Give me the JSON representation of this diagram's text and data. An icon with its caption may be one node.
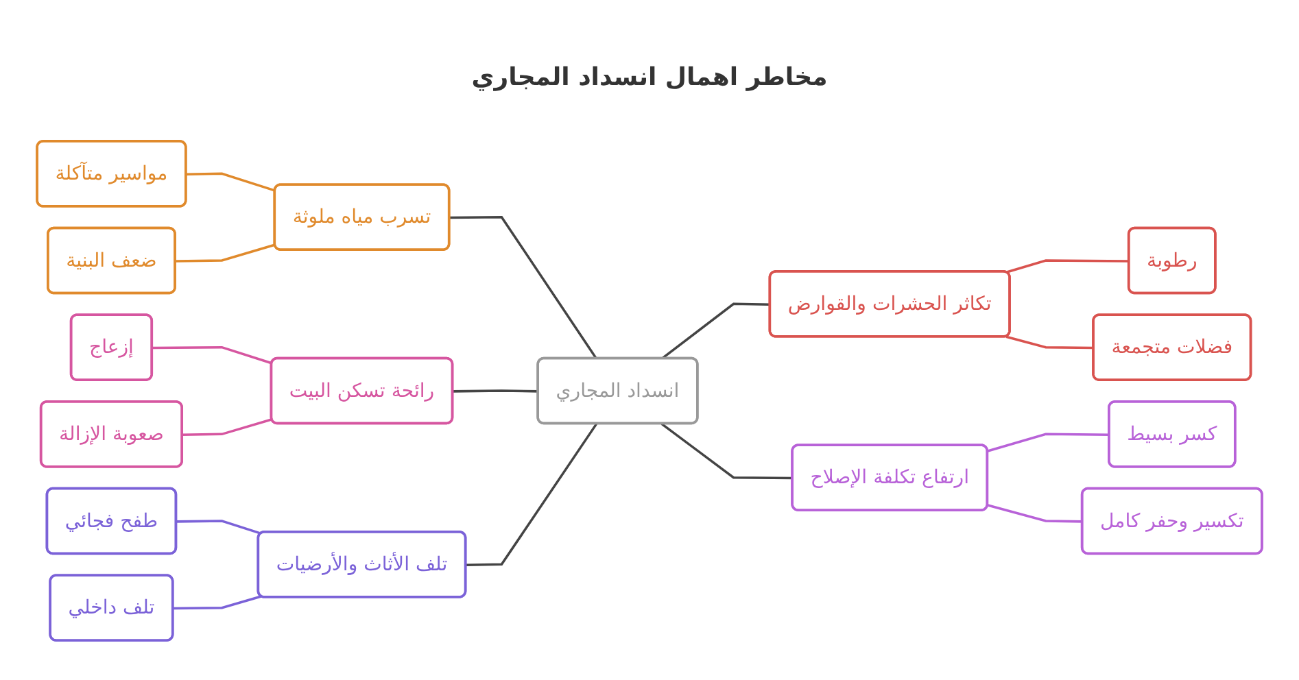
{
  "diagram": {
    "title": "مخاطر اهمال انسداد المجاري",
    "nodes": [
      {
        "text": [
          "انسداد المجاري"
        ]
      },
      {
        "text": [
          "تسرب مياه ملوثة"
        ]
      },
      {
        "text": [
          "مواسير متآكلة"
        ]
      },
      {
        "text": [
          "ضعف البنية"
        ]
      },
      {
        "text": [
          "رائحة تسكن البيت"
        ]
      },
      {
        "text": [
          "إزعاج"
        ]
      },
      {
        "text": [
          "صعوبة الإزالة"
        ]
      },
      {
        "text": [
          "تلف الأثاث والأرضيات"
        ]
      },
      {
        "text": [
          "طفح فجائي"
        ]
      },
      {
        "text": [
          "تلف داخلي"
        ]
      },
      {
        "text": [
          "تكاثر الحشرات والقوارض"
        ]
      },
      {
        "text": [
          "رطوبة"
        ]
      },
      {
        "text": [
          "فضلات متجمعة"
        ]
      },
      {
        "text": [
          "ارتفاع تكلفة الإصلاح"
        ]
      },
      {
        "text": [
          "كسر بسيط"
        ]
      },
      {
        "text": [
          "تكسير وحفر كامل"
        ]
      }
    ],
    "edges": [
      {
        "from": 1,
        "to": 0,
        "arrow": "none"
      },
      {
        "from": 2,
        "to": 1,
        "arrow": "none",
        "color": "#e08a2c"
      },
      {
        "from": 3,
        "to": 1,
        "arrow": "none",
        "color": "#e08a2c"
      },
      {
        "from": 4,
        "to": 0,
        "arrow": "none"
      },
      {
        "from": 5,
        "to": 4,
        "arrow": "none",
        "color": "#d656a0"
      },
      {
        "from": 6,
        "to": 4,
        "arrow": "none",
        "color": "#d656a0"
      },
      {
        "from": 7,
        "to": 0,
        "arrow": "none"
      },
      {
        "from": 8,
        "to": 7,
        "arrow": "none",
        "color": "#7b62d8"
      },
      {
        "from": 9,
        "to": 7,
        "arrow": "none",
        "color": "#7b62d8"
      },
      {
        "from": 0,
        "to": 10,
        "arrow": "none"
      },
      {
        "from": 10,
        "to": 11,
        "arrow": "none",
        "color": "#d9534f"
      },
      {
        "from": 10,
        "to": 12,
        "arrow": "none",
        "color": "#d9534f"
      },
      {
        "from": 0,
        "to": 13,
        "arrow": "none"
      },
      {
        "from": 13,
        "to": 14,
        "arrow": "none",
        "color": "#b862d8"
      },
      {
        "from": 13,
        "to": 15,
        "arrow": "none",
        "color": "#b862d8"
      }
    ]
  }
}
